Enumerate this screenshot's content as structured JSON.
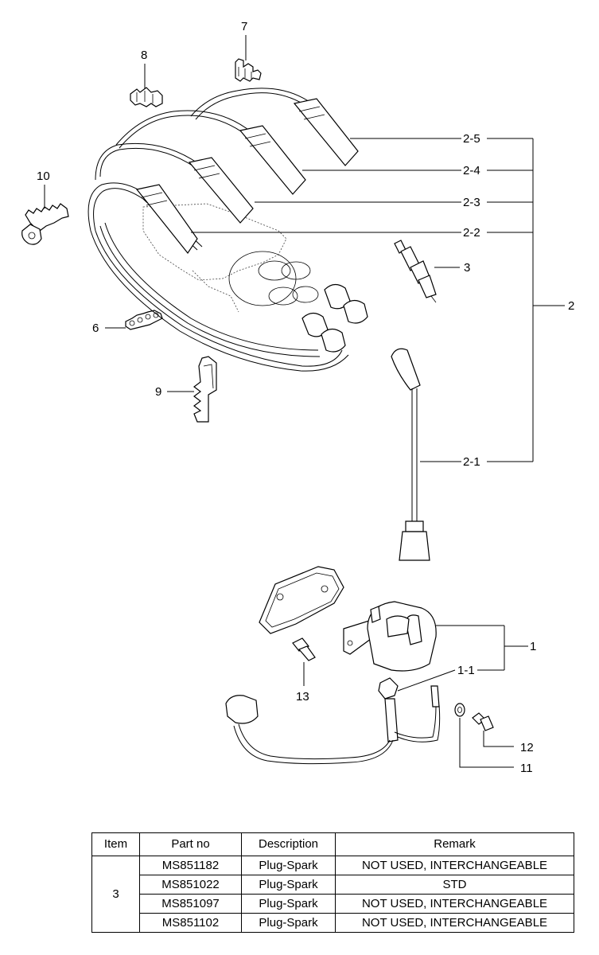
{
  "callouts": {
    "c7": "7",
    "c8": "8",
    "c10": "10",
    "c6": "6",
    "c9": "9",
    "c3": "3",
    "c2": "2",
    "c2_1": "2-1",
    "c2_2": "2-2",
    "c2_3": "2-3",
    "c2_4": "2-4",
    "c2_5": "2-5",
    "c1": "1",
    "c1_1": "1-1",
    "c13": "13",
    "c12": "12",
    "c11": "11"
  },
  "table": {
    "headers": [
      "Item",
      "Part no",
      "Description",
      "Remark"
    ],
    "item": "3",
    "rows": [
      {
        "part_no": "MS851182",
        "description": "Plug-Spark",
        "remark": "NOT USED, INTERCHANGEABLE"
      },
      {
        "part_no": "MS851022",
        "description": "Plug-Spark",
        "remark": "STD"
      },
      {
        "part_no": "MS851097",
        "description": "Plug-Spark",
        "remark": "NOT USED, INTERCHANGEABLE"
      },
      {
        "part_no": "MS851102",
        "description": "Plug-Spark",
        "remark": "NOT USED, INTERCHANGEABLE"
      }
    ]
  }
}
